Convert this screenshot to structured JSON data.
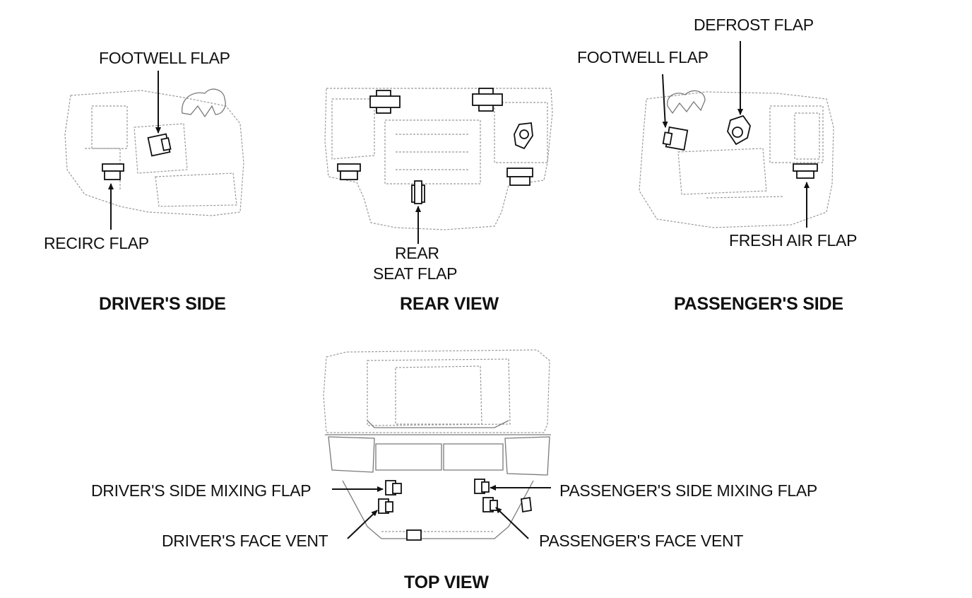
{
  "views": {
    "drivers_side": {
      "title": "DRIVER'S SIDE",
      "labels": {
        "footwell_flap": "FOOTWELL FLAP",
        "recirc_flap": "RECIRC FLAP"
      }
    },
    "rear_view": {
      "title": "REAR VIEW",
      "labels": {
        "rear_seat_flap_line1": "REAR",
        "rear_seat_flap_line2": "SEAT FLAP"
      }
    },
    "passengers_side": {
      "title": "PASSENGER'S SIDE",
      "labels": {
        "defrost_flap": "DEFROST FLAP",
        "footwell_flap": "FOOTWELL FLAP",
        "fresh_air_flap": "FRESH AIR FLAP"
      }
    },
    "top_view": {
      "title": "TOP VIEW",
      "labels": {
        "drivers_mixing_flap": "DRIVER'S SIDE MIXING FLAP",
        "passengers_mixing_flap": "PASSENGER'S SIDE MIXING FLAP",
        "drivers_face_vent": "DRIVER'S FACE VENT",
        "passengers_face_vent": "PASSENGER'S FACE VENT"
      }
    }
  }
}
